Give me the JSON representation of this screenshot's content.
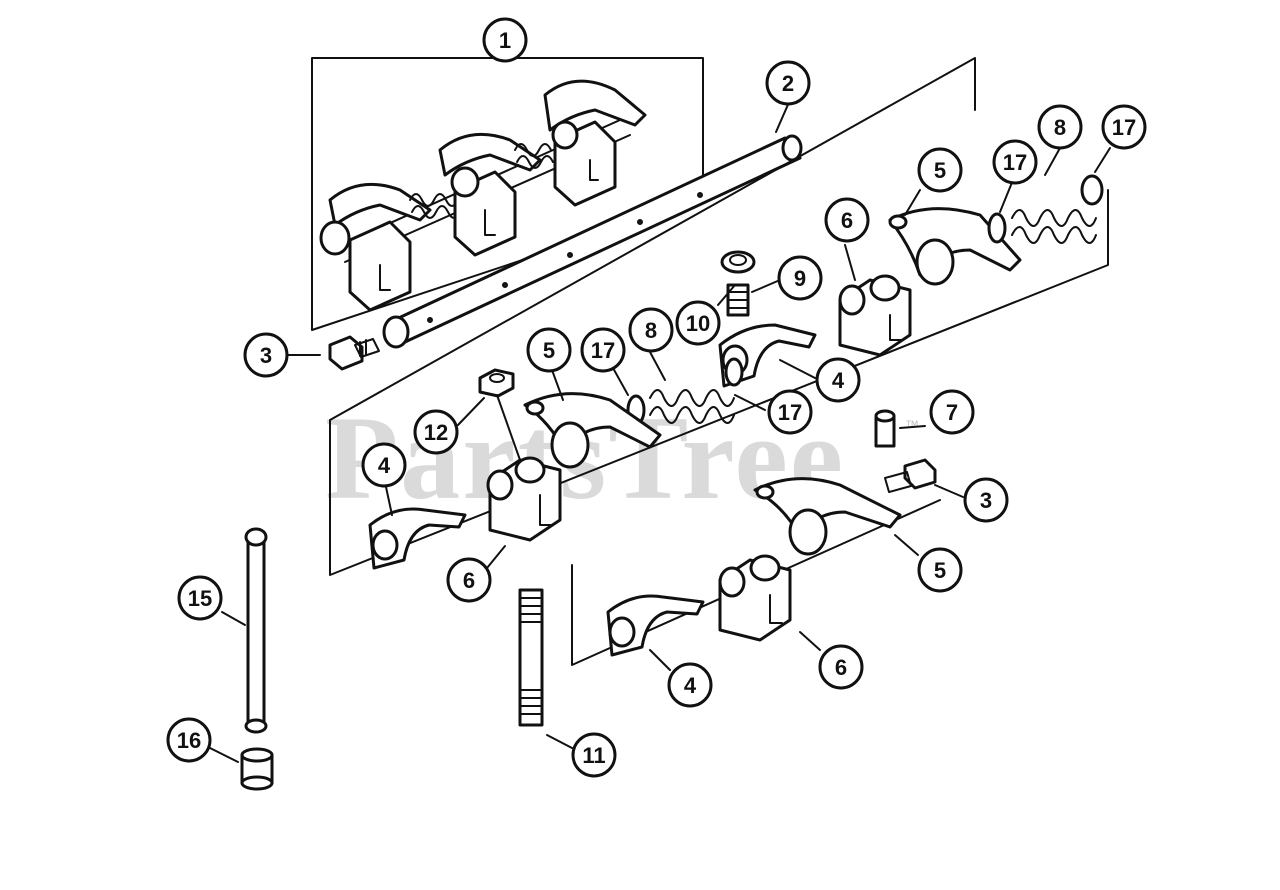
{
  "watermark": {
    "text": "PartsTree",
    "trademark": "™"
  },
  "callouts": {
    "c1": "1",
    "c2": "2",
    "c3a": "3",
    "c3b": "3",
    "c4a": "4",
    "c4b": "4",
    "c4c": "4",
    "c5a": "5",
    "c5b": "5",
    "c5c": "5",
    "c6a": "6",
    "c6b": "6",
    "c6c": "6",
    "c7": "7",
    "c8a": "8",
    "c8b": "8",
    "c9": "9",
    "c10": "10",
    "c11": "11",
    "c12": "12",
    "c15": "15",
    "c16": "16",
    "c17a": "17",
    "c17b": "17",
    "c17c": "17",
    "c17d": "17"
  }
}
